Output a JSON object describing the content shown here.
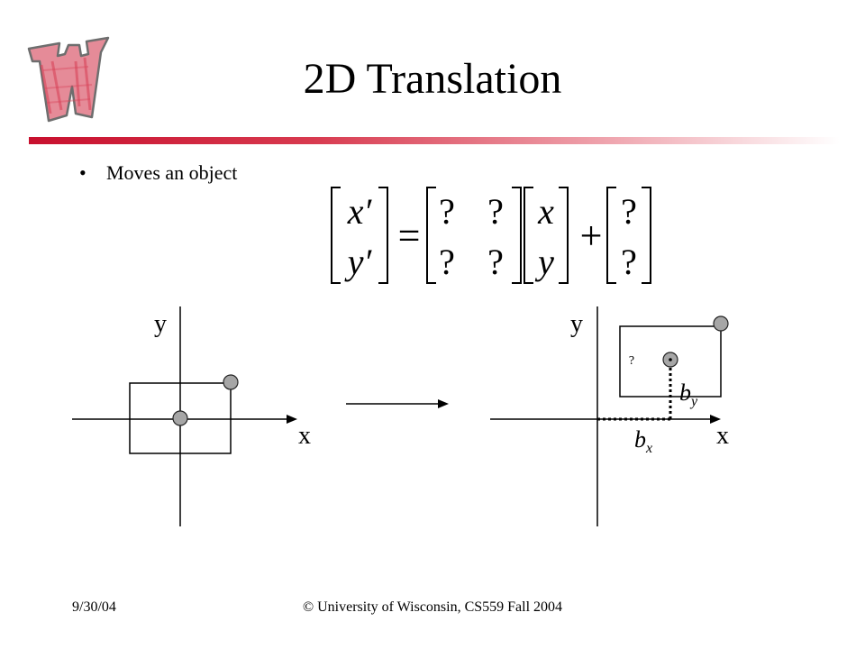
{
  "slide": {
    "title": "2D Translation",
    "bullets": [
      {
        "marker": "•",
        "text": "Moves an object"
      }
    ]
  },
  "equation": {
    "lhs": [
      "x′",
      "y′"
    ],
    "equals": "=",
    "matrix": [
      [
        "?",
        "?"
      ],
      [
        "?",
        "?"
      ]
    ],
    "vector": [
      "x",
      "y"
    ],
    "plus": "+",
    "offset": [
      "?",
      "?"
    ]
  },
  "diagram": {
    "left_axes": {
      "x_label": "x",
      "y_label": "y"
    },
    "right_axes": {
      "x_label": "x",
      "y_label": "y"
    },
    "center_marker": "?",
    "bx_base": "b",
    "bx_sub": "x",
    "by_base": "b",
    "by_sub": "y",
    "colors": {
      "point_fill": "#a6a6a6",
      "logo_red": "#d9455a",
      "rule_red": "#c8102e"
    }
  },
  "footer": {
    "date": "9/30/04",
    "copyright": "© University of Wisconsin, CS559 Fall 2004"
  }
}
